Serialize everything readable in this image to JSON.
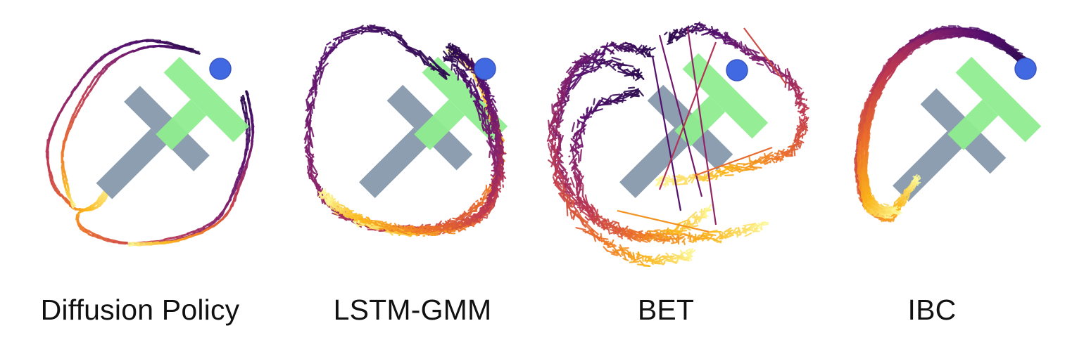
{
  "colors": {
    "target_t": "#90ee90",
    "block_t": "#8c9eaf",
    "agent": "#4169e1",
    "trajectory_colormap": "inferno",
    "trajectory_stops": [
      "#2b0a4e",
      "#56106e",
      "#8a226a",
      "#c33b4e",
      "#ec6f2a",
      "#fbb61a",
      "#fcffa4"
    ]
  },
  "panels": [
    {
      "caption": "Diffusion Policy",
      "agent_icon": "agent-circle-icon",
      "target_icon": "target-t-icon",
      "block_icon": "t-block-icon"
    },
    {
      "caption": "LSTM-GMM",
      "agent_icon": "agent-circle-icon",
      "target_icon": "target-t-icon",
      "block_icon": "t-block-icon"
    },
    {
      "caption": "BET",
      "agent_icon": "agent-circle-icon",
      "target_icon": "target-t-icon",
      "block_icon": "t-block-icon"
    },
    {
      "caption": "IBC",
      "agent_icon": "agent-circle-icon",
      "target_icon": "target-t-icon",
      "block_icon": "t-block-icon"
    }
  ]
}
